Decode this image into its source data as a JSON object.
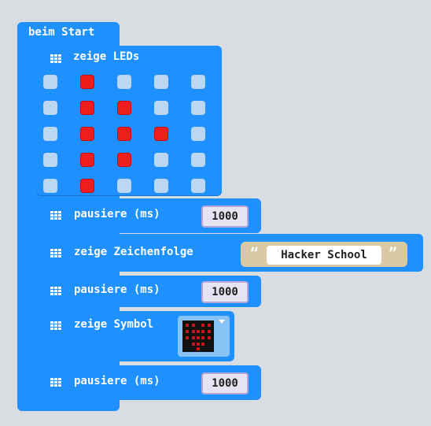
{
  "start_block": {
    "label": "beim Start"
  },
  "show_leds": {
    "label": "zeige LEDs",
    "grid_icon": "grid-icon",
    "leds": [
      [
        0,
        1,
        0,
        0,
        0
      ],
      [
        0,
        1,
        1,
        0,
        0
      ],
      [
        0,
        1,
        1,
        1,
        0
      ],
      [
        0,
        1,
        1,
        0,
        0
      ],
      [
        0,
        1,
        0,
        0,
        0
      ]
    ]
  },
  "pause1": {
    "label": "pausiere (ms)",
    "value": "1000"
  },
  "show_string": {
    "label": "zeige Zeichenfolge",
    "value": "Hacker School",
    "quote_open": "“",
    "quote_close": "”"
  },
  "pause2": {
    "label": "pausiere (ms)",
    "value": "1000"
  },
  "show_icon": {
    "label": "zeige Symbol",
    "icon": "heart-icon",
    "dropdown_icon": "chevron-down-icon"
  },
  "pause3": {
    "label": "pausiere (ms)",
    "value": "1000"
  },
  "colors": {
    "block_blue": "#1e90ff",
    "led_on": "#f01d1d",
    "led_off": "#bcd7f2",
    "number_bg": "#e6e4f2",
    "string_tan": "#d9c9a3"
  }
}
